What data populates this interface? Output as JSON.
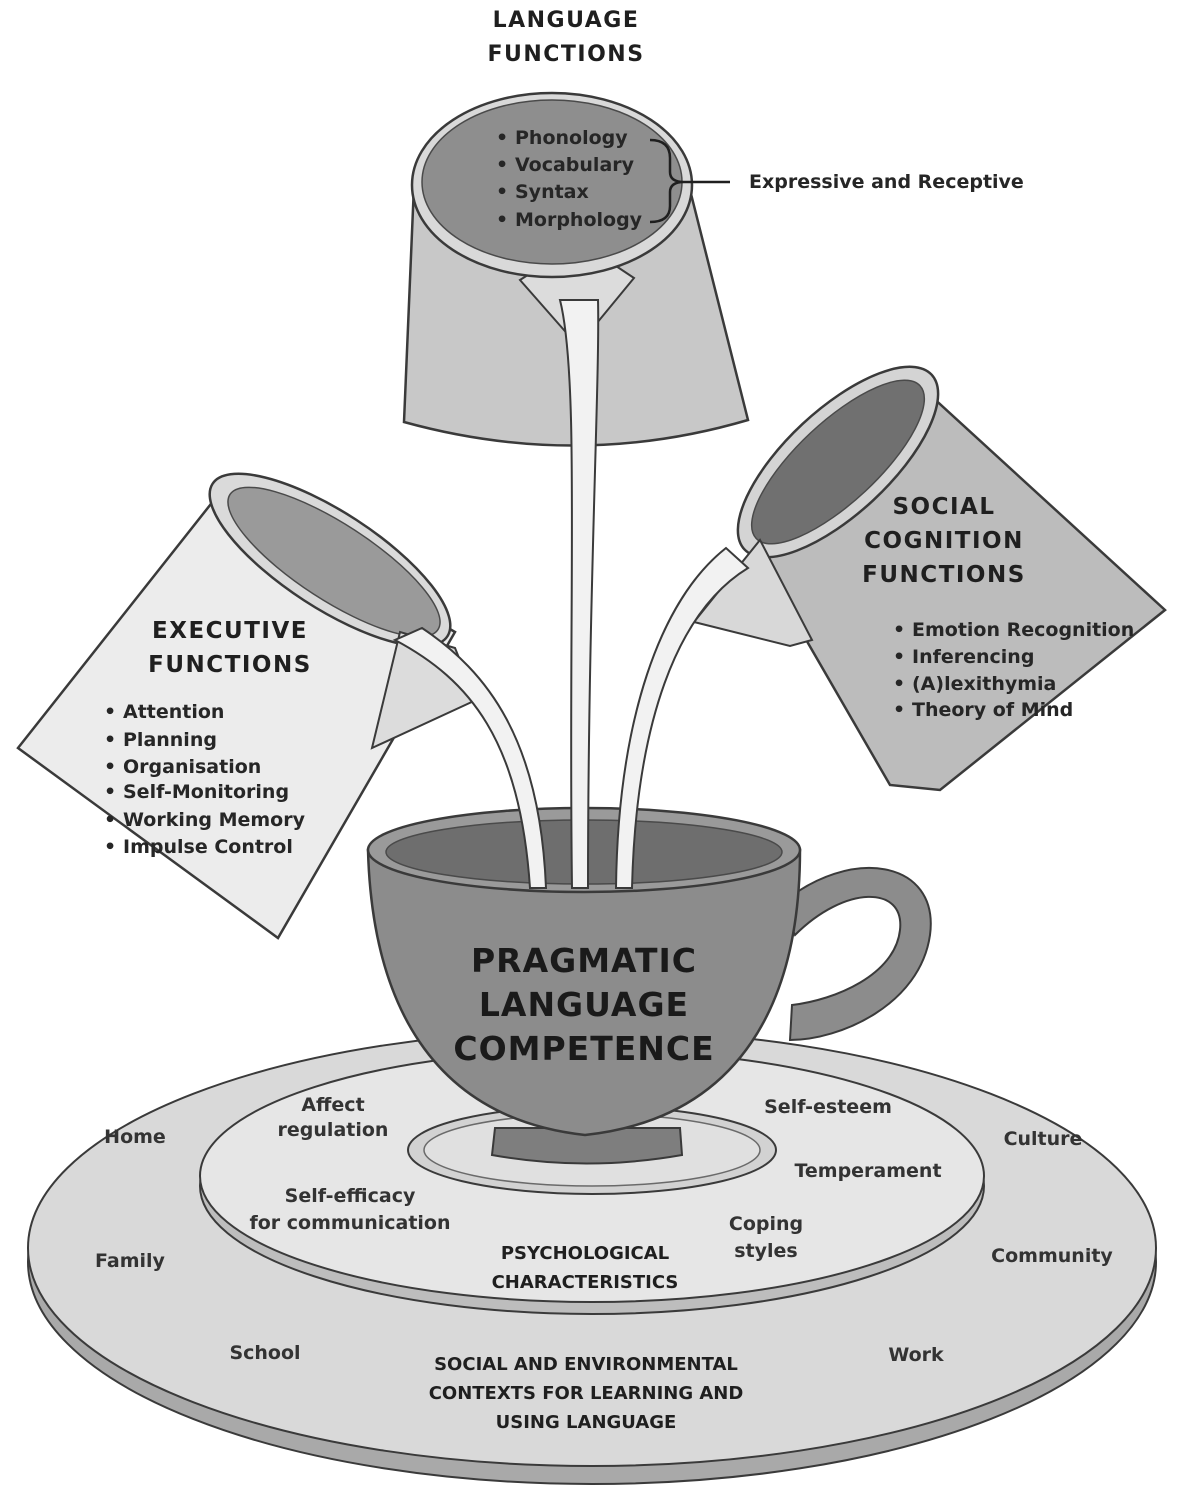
{
  "language_functions": {
    "title_line1": "LANGUAGE",
    "title_line2": "FUNCTIONS",
    "items": [
      "Phonology",
      "Vocabulary",
      "Syntax",
      "Morphology"
    ],
    "bracket_label": "Expressive and Receptive"
  },
  "executive_functions": {
    "title_line1": "EXECUTIVE",
    "title_line2": "FUNCTIONS",
    "items": [
      "Attention",
      "Planning",
      "Organisation",
      "Self-Monitoring",
      "Working Memory",
      "Impulse Control"
    ]
  },
  "social_cognition_functions": {
    "title_line1": "SOCIAL",
    "title_line2": "COGNITION",
    "title_line3": "FUNCTIONS",
    "items": [
      "Emotion Recognition",
      "Inferencing",
      "(A)lexithymia",
      "Theory of Mind"
    ]
  },
  "cup": {
    "line1": "PRAGMATIC",
    "line2": "LANGUAGE",
    "line3": "COMPETENCE"
  },
  "psychological": {
    "caption_line1": "PSYCHOLOGICAL",
    "caption_line2": "CHARACTERISTICS",
    "affect_line1": "Affect",
    "affect_line2": "regulation",
    "self_efficacy_line1": "Self-efficacy",
    "self_efficacy_line2": "for communication",
    "self_esteem": "Self-esteem",
    "temperament": "Temperament",
    "coping_line1": "Coping",
    "coping_line2": "styles"
  },
  "contexts": {
    "caption_line1": "SOCIAL AND ENVIRONMENTAL",
    "caption_line2": "CONTEXTS FOR LEARNING AND",
    "caption_line3": "USING LANGUAGE",
    "home": "Home",
    "family": "Family",
    "school": "School",
    "culture": "Culture",
    "community": "Community",
    "work": "Work"
  },
  "colors": {
    "outer_plate": "#d9d9d9",
    "inner_plate": "#e6e6e6",
    "cup_body": "#8c8c8c",
    "cup_inside": "#6e6e6e",
    "jug_light": "#ededed",
    "jug_mid": "#c8c8c8",
    "liquid": "#f2f2f2",
    "outline": "#3a3a3a"
  }
}
